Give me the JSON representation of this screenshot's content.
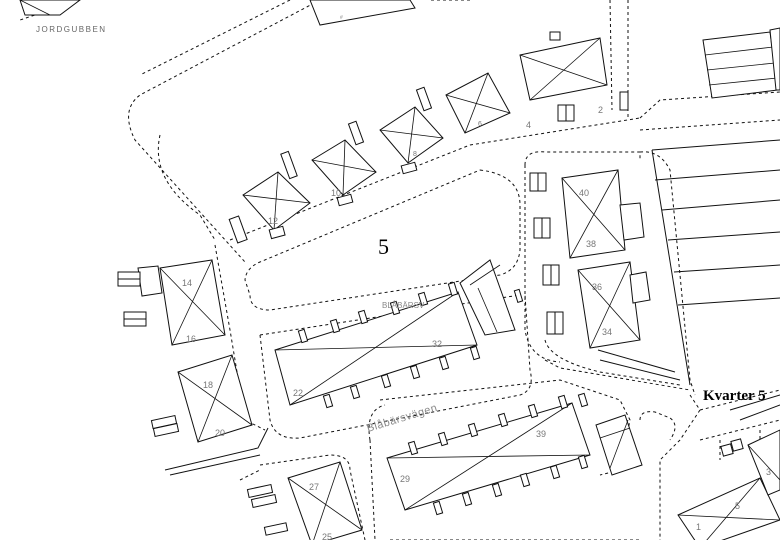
{
  "map": {
    "area_name": "JORDGUBBEN",
    "street_name": "Blåbärsvägen",
    "block_number": "5",
    "kvarter_label": "Kvarter 5",
    "faint_label": "BLÅBÄRSV",
    "plot_numbers": {
      "n2": "2",
      "n4": "4",
      "n6": "6",
      "n8": "8",
      "n10": "10",
      "n12": "12",
      "n14": "14",
      "n16": "16",
      "n18": "18",
      "n20": "20",
      "n22": "22",
      "n32": "32",
      "n34": "34",
      "n36": "36",
      "n38": "38",
      "n40": "40",
      "n29": "29",
      "n39": "39",
      "n27": "27",
      "n25": "25",
      "n1": "1",
      "n3": "3",
      "n5": "5"
    },
    "colors": {
      "lines": "#111111",
      "labels": "#777777",
      "background": "#ffffff"
    }
  }
}
